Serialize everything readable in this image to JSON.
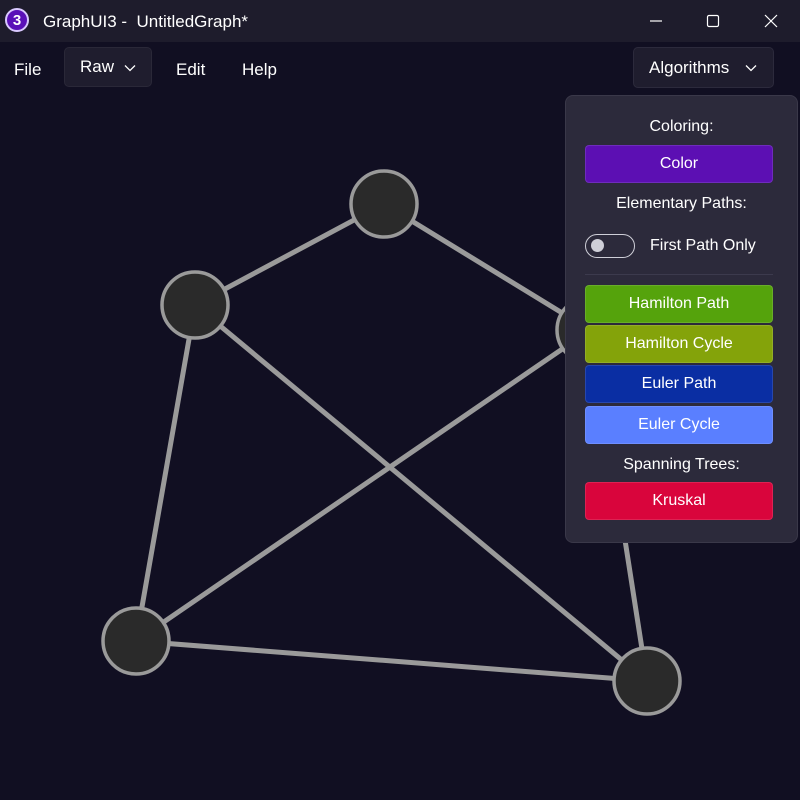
{
  "window": {
    "app_icon_glyph": "3",
    "title": "GraphUI3 -  UntitledGraph*",
    "controls": {
      "minimize_icon": "minimize-icon",
      "maximize_icon": "maximize-icon",
      "close_icon": "close-icon"
    }
  },
  "menubar": {
    "file": "File",
    "raw": "Raw",
    "edit": "Edit",
    "help": "Help",
    "algorithms": "Algorithms"
  },
  "algorithms_flyout": {
    "coloring_header": "Coloring:",
    "color_button": "Color",
    "elementary_paths_header": "Elementary Paths:",
    "first_path_only_label": "First Path Only",
    "first_path_only_on": false,
    "hamilton_path_button": "Hamilton Path",
    "hamilton_cycle_button": "Hamilton Cycle",
    "euler_path_button": "Euler Path",
    "euler_cycle_button": "Euler Cycle",
    "spanning_trees_header": "Spanning Trees:",
    "kruskal_button": "Kruskal"
  },
  "colors": {
    "background": "#110f22",
    "titlebar": "#1e1c2c",
    "node_fill": "#2a2a2a",
    "node_stroke": "#9a9a9a",
    "edge": "#9a9a9a",
    "color_button": "#5c0fb3",
    "hamilton_path": "#55a30c",
    "hamilton_cycle": "#84a30a",
    "euler_path": "#0a2ea3",
    "euler_cycle": "#5a7fff",
    "kruskal": "#d9053c"
  },
  "graph": {
    "node_count": 6,
    "edge_count": 8
  }
}
